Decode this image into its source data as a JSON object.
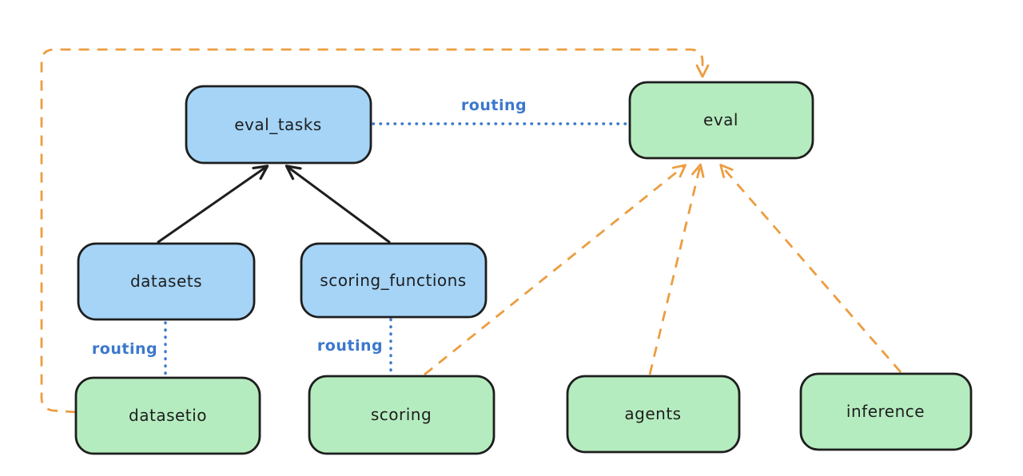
{
  "diagram": {
    "kind": "architecture-flow-diagram",
    "background": "#ffffff"
  },
  "colors": {
    "node_stroke": "#1e1e1e",
    "blue_node_fill": "#a5d4f7",
    "green_node_fill": "#b5ecbf",
    "label_text": "#1e1e1e",
    "routing_blue": "#3b78cc",
    "orange": "#ec9d40",
    "black_arrow": "#1e1e1e"
  },
  "nodes": {
    "eval_tasks": {
      "label": "eval_tasks",
      "fill": "blue"
    },
    "eval": {
      "label": "eval",
      "fill": "green"
    },
    "datasets": {
      "label": "datasets",
      "fill": "blue"
    },
    "scoring_functions": {
      "label": "scoring_functions",
      "fill": "blue"
    },
    "datasetio": {
      "label": "datasetio",
      "fill": "green"
    },
    "scoring": {
      "label": "scoring",
      "fill": "green"
    },
    "agents": {
      "label": "agents",
      "fill": "green"
    },
    "inference": {
      "label": "inference",
      "fill": "green"
    }
  },
  "edge_labels": {
    "eval_tasks_to_eval": "routing",
    "datasets_to_datasetio": "routing",
    "scoring_functions_to_scoring": "routing"
  },
  "edges": [
    {
      "from": "datasets",
      "to": "eval_tasks",
      "style": "solid-black-arrow"
    },
    {
      "from": "scoring_functions",
      "to": "eval_tasks",
      "style": "solid-black-arrow"
    },
    {
      "from": "eval_tasks",
      "to": "eval",
      "style": "dotted-blue-line",
      "label": "routing"
    },
    {
      "from": "datasets",
      "to": "datasetio",
      "style": "dotted-blue-line",
      "label": "routing"
    },
    {
      "from": "scoring_functions",
      "to": "scoring",
      "style": "dotted-blue-line",
      "label": "routing"
    },
    {
      "from": "scoring",
      "to": "eval",
      "style": "dashed-orange-arrow"
    },
    {
      "from": "agents",
      "to": "eval",
      "style": "dashed-orange-arrow"
    },
    {
      "from": "inference",
      "to": "eval",
      "style": "dashed-orange-arrow"
    },
    {
      "from": "datasetio",
      "to": "eval",
      "style": "dashed-orange-arrow-loop"
    }
  ]
}
